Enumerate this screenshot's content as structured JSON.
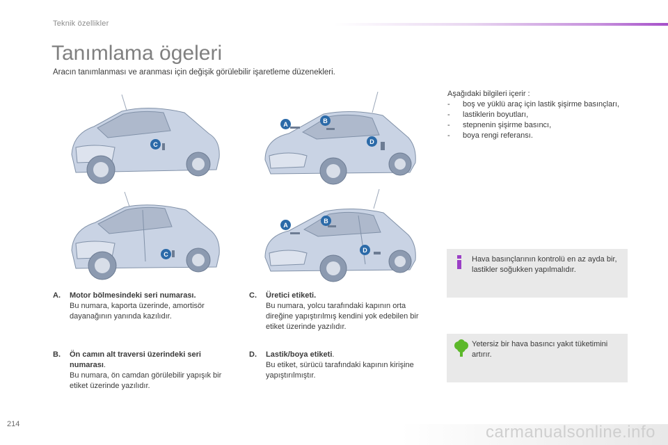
{
  "header": {
    "section_label": "Teknik özellikler",
    "title": "Tanımlama ögeleri",
    "subtitle": "Aracın tanımlanması ve aranması için değişik görülebilir işaretleme düzenekleri."
  },
  "info_list": {
    "intro": "Aşağıdaki bilgileri içerir :",
    "items": [
      {
        "dash": "-",
        "text": "boş ve yüklü araç için lastik şişirme basınçları,"
      },
      {
        "dash": "-",
        "text": "lastiklerin boyutları,"
      },
      {
        "dash": "-",
        "text": "stepnenin şişirme basıncı,"
      },
      {
        "dash": "-",
        "text": "boya rengi referansı."
      }
    ]
  },
  "markers": {
    "a": "A",
    "b": "B",
    "c": "C",
    "d": "D"
  },
  "entries": {
    "a": {
      "letter": "A.",
      "heading": "Motor bölmesindeki seri numarası.",
      "text": "Bu numara, kaporta üzerinde, amortisör dayanağının yanında kazılıdır."
    },
    "b": {
      "letter": "B.",
      "heading": "Ön camın alt traversi üzerindeki seri numarası",
      "heading_suffix": ".",
      "text": "Bu numara, ön camdan görülebilir yapışık bir etiket üzerinde yazılıdır."
    },
    "c": {
      "letter": "C.",
      "heading": "Üretici etiketi.",
      "text": "Bu numara, yolcu tarafındaki kapının orta direğine yapıştırılmış kendini yok edebilen bir etiket üzerinde yazılıdır."
    },
    "d": {
      "letter": "D.",
      "heading": "Lastik/boya etiketi",
      "heading_suffix": ".",
      "text": "Bu etiket, sürücü tarafındaki kapının kirişine yapıştırılmıştır."
    }
  },
  "notes": {
    "info": {
      "icon": "info-icon",
      "text": "Hava basınçlarının kontrolü en az ayda bir, lastikler soğukken yapılmalıdır."
    },
    "eco": {
      "icon": "eco-tree-icon",
      "text": "Yetersiz bir hava basıncı yakıt tüketimini artırır."
    }
  },
  "footer": {
    "page_number": "214",
    "watermark": "carmanualsonline.info"
  },
  "colors": {
    "marker": "#2b6aa8",
    "note_bg": "#e9e9e9",
    "accent_purple": "#a650c9",
    "eco_green": "#5cb82a",
    "info_purple": "#9b3fc6"
  }
}
